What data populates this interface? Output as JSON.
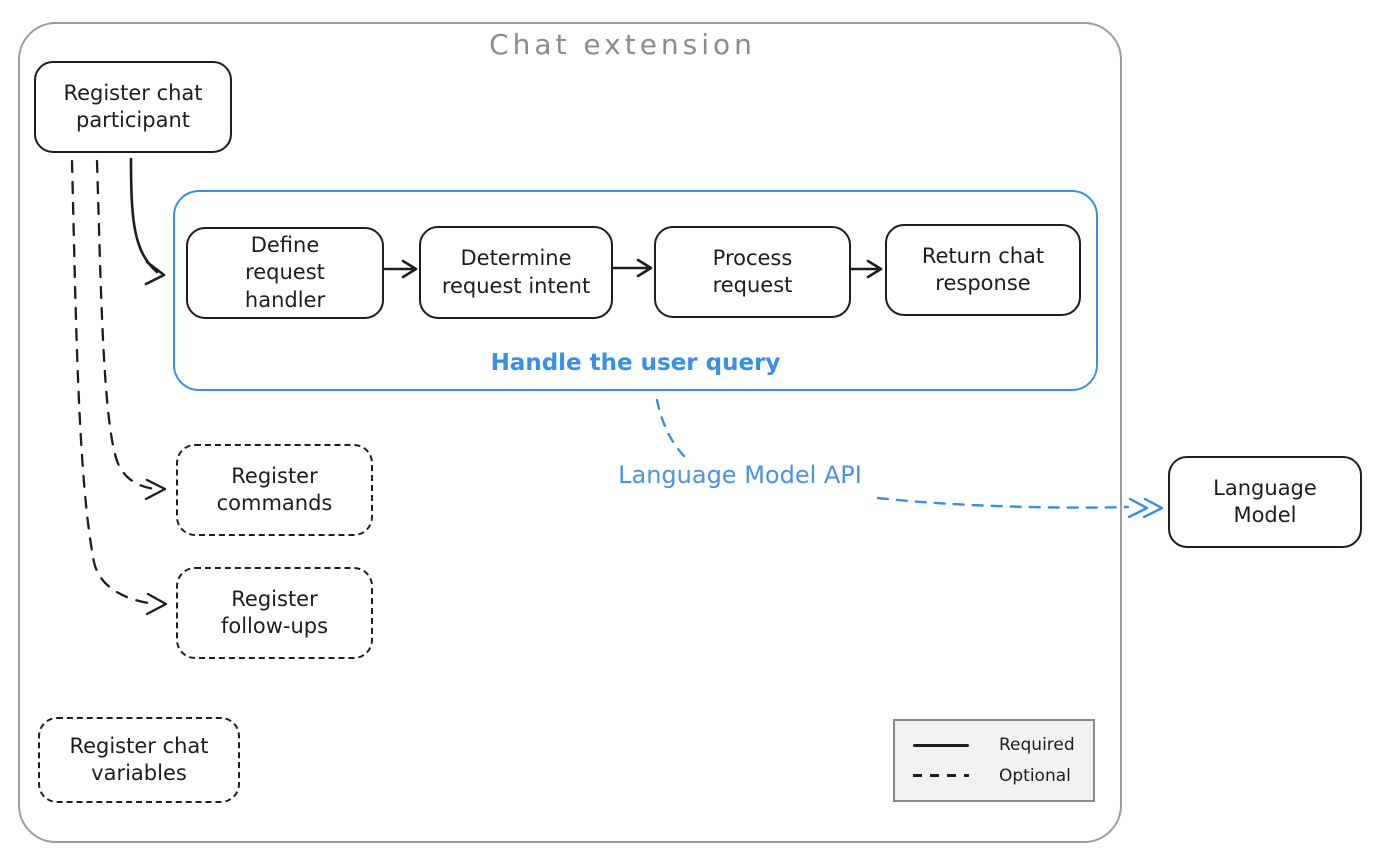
{
  "title": "Chat extension",
  "nodes": {
    "register_chat_participant": "Register chat participant",
    "register_commands": "Register commands",
    "register_follow_ups": "Register follow-ups",
    "register_chat_variables": "Register chat variables",
    "language_model": "Language Model"
  },
  "handle_group": {
    "label": "Handle the user query",
    "steps": [
      {
        "label": "Define request handler"
      },
      {
        "label": "Determine request intent"
      },
      {
        "label": "Process request"
      },
      {
        "label": "Return chat response"
      }
    ]
  },
  "edges": {
    "language_model_api_label": "Language Model API"
  },
  "legend": {
    "required_label": "Required",
    "optional_label": "Optional"
  },
  "colors": {
    "stroke_black": "#1d1d1d",
    "accent_blue": "#3a8ee6",
    "container_gray": "#9e9e9e",
    "title_gray": "#8c8c8c",
    "legend_background": "#f2f2f2"
  }
}
